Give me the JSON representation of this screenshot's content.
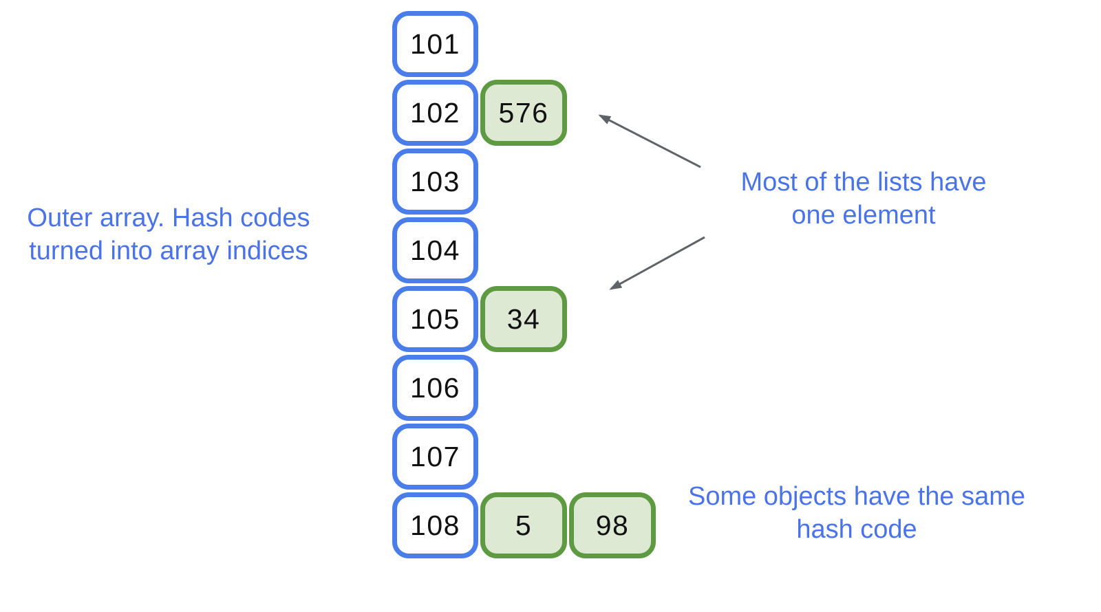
{
  "canvas": {
    "background": "#ffffff"
  },
  "colors": {
    "array_border": "#4a7de9",
    "bucket_border": "#5e9a41",
    "bucket_fill": "#dde9d3",
    "label_text": "#4a73e8",
    "arrow": "#5f6368",
    "number_text": "#111111",
    "cell_fill": "#ffffff"
  },
  "array": {
    "rows": [
      {
        "index": "101",
        "items": []
      },
      {
        "index": "102",
        "items": [
          "576"
        ]
      },
      {
        "index": "103",
        "items": []
      },
      {
        "index": "104",
        "items": []
      },
      {
        "index": "105",
        "items": [
          "34"
        ]
      },
      {
        "index": "106",
        "items": []
      },
      {
        "index": "107",
        "items": []
      },
      {
        "index": "108",
        "items": [
          "5",
          "98"
        ]
      }
    ]
  },
  "annotations": {
    "outer_array": {
      "lines": [
        "Outer array. Hash codes",
        "turned into array indices"
      ]
    },
    "one_element": {
      "lines": [
        "Most of the lists have",
        "one element"
      ]
    },
    "same_hash": {
      "lines": [
        "Some objects have the same",
        "hash code"
      ]
    }
  }
}
